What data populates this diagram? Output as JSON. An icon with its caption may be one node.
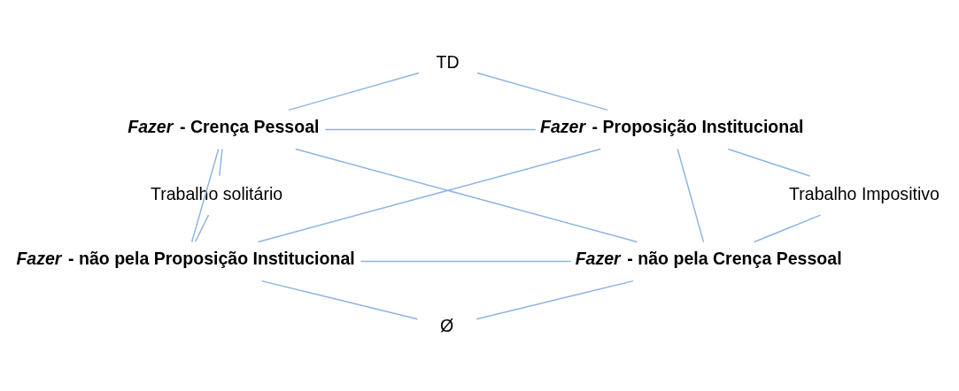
{
  "diagram": {
    "nodes": [
      {
        "text": [
          "TD"
        ]
      },
      {
        "text": [
          "*Fazer* - Crença Pessoal"
        ]
      },
      {
        "text": [
          "*Fazer* - Proposição Institucional"
        ]
      },
      {
        "text": [
          "Trabalho solitário"
        ]
      },
      {
        "text": [
          "Trabalho Impositivo"
        ]
      },
      {
        "text": [
          "*Fazer* - não pela Proposição Institucional"
        ]
      },
      {
        "text": [
          "*Fazer* - não pela Crença Pessoal"
        ]
      },
      {
        "text": [
          "Ø"
        ]
      }
    ],
    "edges": [
      {
        "from": 0,
        "to": 1,
        "arrow": "none"
      },
      {
        "from": 0,
        "to": 2,
        "arrow": "none"
      },
      {
        "from": 1,
        "to": 2,
        "arrow": "none"
      },
      {
        "from": 1,
        "to": 3,
        "arrow": "none"
      },
      {
        "from": 2,
        "to": 4,
        "arrow": "none"
      },
      {
        "from": 1,
        "to": 5,
        "arrow": "none"
      },
      {
        "from": 1,
        "to": 6,
        "arrow": "none"
      },
      {
        "from": 2,
        "to": 5,
        "arrow": "none"
      },
      {
        "from": 2,
        "to": 6,
        "arrow": "none"
      },
      {
        "from": 3,
        "to": 5,
        "arrow": "none"
      },
      {
        "from": 4,
        "to": 6,
        "arrow": "none"
      },
      {
        "from": 5,
        "to": 6,
        "arrow": "none"
      },
      {
        "from": 5,
        "to": 7,
        "arrow": "none"
      },
      {
        "from": 6,
        "to": 7,
        "arrow": "none"
      }
    ]
  }
}
